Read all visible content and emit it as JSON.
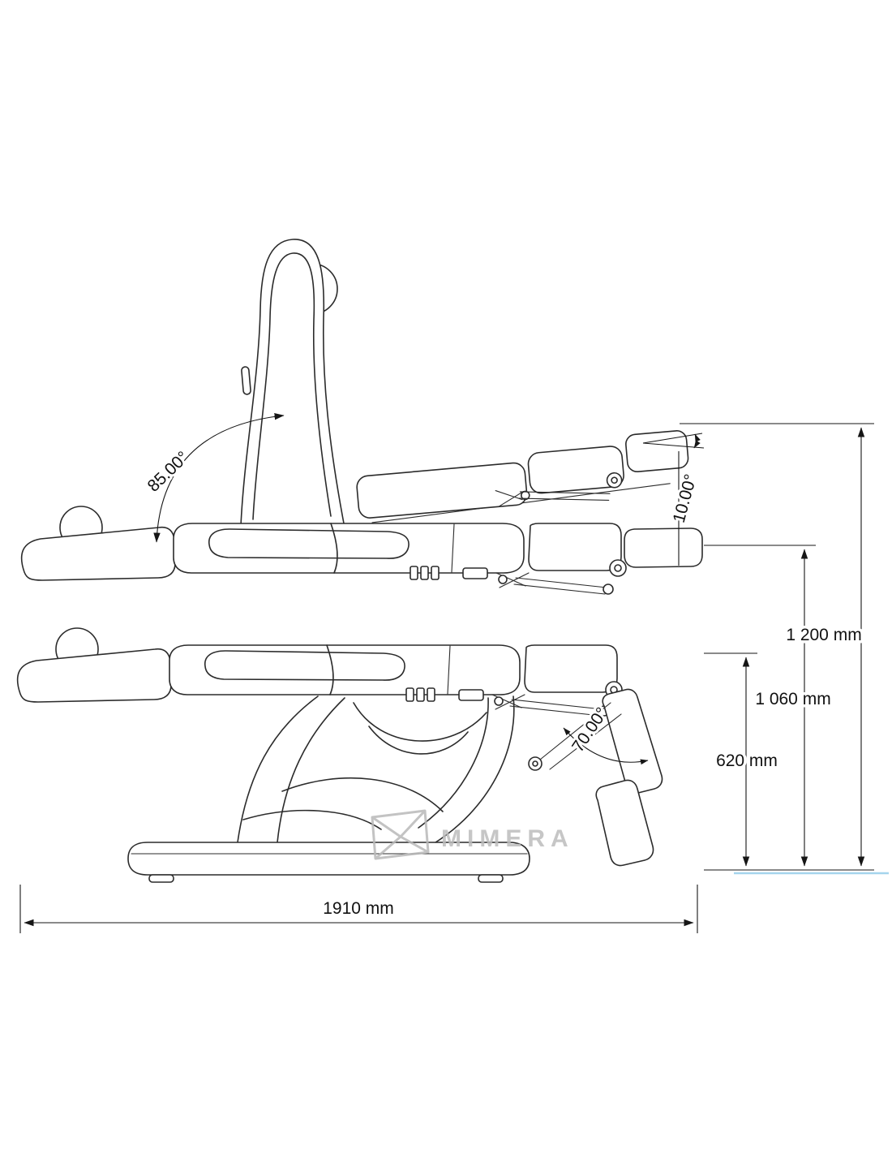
{
  "diagram": {
    "watermark": "MIMERA",
    "angles": {
      "backrest": "85.00°",
      "footrest": "10.00°",
      "legrest": "70.00°"
    },
    "heights": {
      "max": "1 200 mm",
      "mid": "1 060 mm",
      "min": "620 mm"
    },
    "length": "1910 mm",
    "colors": {
      "line": "#2b2b2b",
      "dimension": "#161616",
      "watermark": "#bdbdbd",
      "floor_accent": "#8ec9e9"
    }
  }
}
